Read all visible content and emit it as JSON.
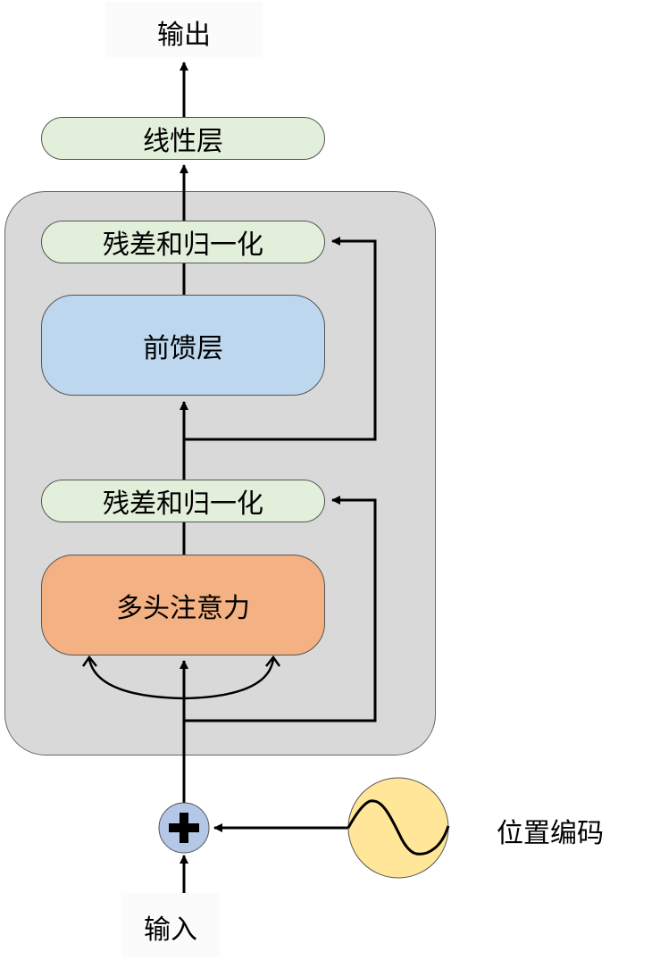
{
  "diagram": {
    "type": "transformer-encoder-block",
    "output_label": "输出",
    "input_label": "输入",
    "positional_encoding_label": "位置编码",
    "linear_layer": "线性层",
    "block": {
      "add_norm_top": "残差和归一化",
      "feed_forward": "前馈层",
      "add_norm_bottom": "残差和归一化",
      "multi_head_attention": "多头注意力"
    },
    "adder_symbol": "+",
    "colors": {
      "linear_layer": "#e2efda",
      "add_norm": "#e2efda",
      "feed_forward": "#bdd7ee",
      "attention": "#f4b183",
      "panel": "#d9d9d9",
      "adder": "#b4c7e7",
      "pos_encoding": "#ffe699"
    }
  }
}
